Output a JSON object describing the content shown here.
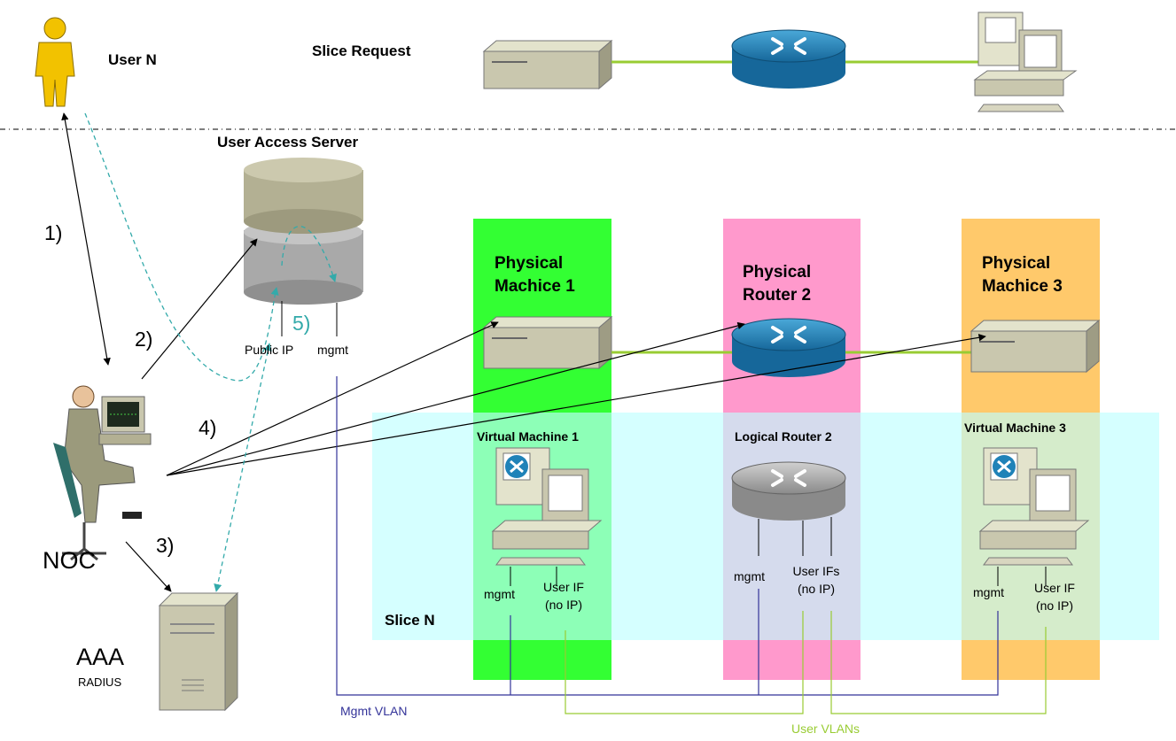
{
  "top": {
    "user_label": "User N",
    "slice_request_label": "Slice Request"
  },
  "uas": {
    "title": "User Access Server",
    "public_ip": "Public IP",
    "mgmt": "mgmt"
  },
  "steps": {
    "s1": "1)",
    "s2": "2)",
    "s3": "3)",
    "s4": "4)",
    "s5": "5)"
  },
  "noc": {
    "label": "NOC"
  },
  "aaa": {
    "label": "AAA",
    "sub": "RADIUS"
  },
  "columns": {
    "pm1": {
      "line1": "Physical",
      "line2": "Machice 1",
      "virtual": "Virtual Machine 1",
      "mgmt": "mgmt",
      "user_if": "User IF",
      "no_ip": "(no IP)"
    },
    "pr2": {
      "line1": "Physical",
      "line2": "Router 2",
      "virtual": "Logical Router 2",
      "mgmt": "mgmt",
      "user_if": "User IFs",
      "no_ip": "(no IP)"
    },
    "pm3": {
      "line1": "Physical",
      "line2": "Machice 3",
      "virtual": "Virtual Machine 3",
      "mgmt": "mgmt",
      "user_if": "User IF",
      "no_ip": "(no IP)"
    }
  },
  "slice": {
    "label": "Slice N"
  },
  "vlans": {
    "mgmt": "Mgmt VLAN",
    "user": "User VLANs"
  },
  "colors": {
    "green_column": "#33ff33",
    "pink_column": "#ff99cc",
    "orange_column": "#ffc96b",
    "slice_region": "#bfffff",
    "link_green": "#99cc33",
    "router_blue": "#1f82b8",
    "mgmt_vlan": "#333399",
    "user_vlan": "#99cc33",
    "dashed_teal": "#33aaaa"
  }
}
